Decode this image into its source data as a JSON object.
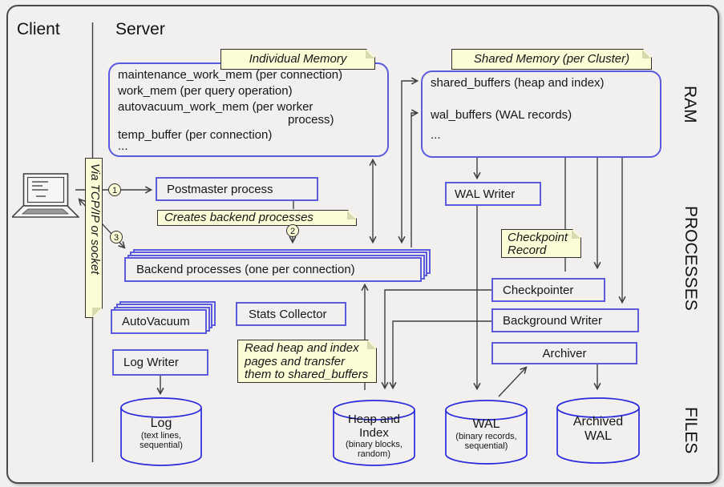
{
  "header": {
    "client": "Client",
    "server": "Server"
  },
  "side_labels": {
    "ram": "RAM",
    "processes": "PROCESSES",
    "files": "FILES"
  },
  "notes": {
    "individual_memory": "Individual Memory",
    "shared_memory": "Shared Memory (per Cluster)",
    "via": "Via TCP/IP or socket",
    "creates": "Creates backend processes",
    "checkpoint_line1": "Checkpoint",
    "checkpoint_line2": "Record",
    "read_line1": "Read heap and index",
    "read_line2": "pages and transfer",
    "read_line3": "them to shared_buffers"
  },
  "individual_memory": {
    "line1": "maintenance_work_mem (per connection)",
    "line2": "work_mem (per query operation)",
    "line3": "autovacuum_work_mem (per worker",
    "line3_wrap": "process)",
    "line4": "temp_buffer (per connection)",
    "line5": "..."
  },
  "shared_memory": {
    "line1": "shared_buffers (heap and index)",
    "line2": "wal_buffers (WAL records)",
    "line3": "..."
  },
  "processes": {
    "postmaster": "Postmaster process",
    "backend": "Backend processes (one per connection)",
    "autovacuum": "AutoVacuum",
    "stats_collector": "Stats Collector",
    "log_writer": "Log Writer",
    "wal_writer": "WAL Writer",
    "checkpointer": "Checkpointer",
    "background_writer": "Background Writer",
    "archiver": "Archiver"
  },
  "steps": {
    "one": "1",
    "two": "2",
    "three": "3"
  },
  "files": {
    "log": {
      "title1": "Log",
      "sub1": "(text lines,",
      "sub2": "sequential)"
    },
    "heap": {
      "title1": "Heap and",
      "title2": "Index",
      "sub1": "(binary blocks,",
      "sub2": "random)"
    },
    "wal": {
      "title1": "WAL",
      "sub1": "(binary records,",
      "sub2": "sequential)"
    },
    "archived": {
      "title1": "Archived",
      "title2": "WAL"
    }
  },
  "colors": {
    "background": "#f2f0ee",
    "box_border": "#5b5be0",
    "cylinder_border": "#2929dd",
    "note_background": "#fcfcd7",
    "line": "#3f3f3f"
  }
}
